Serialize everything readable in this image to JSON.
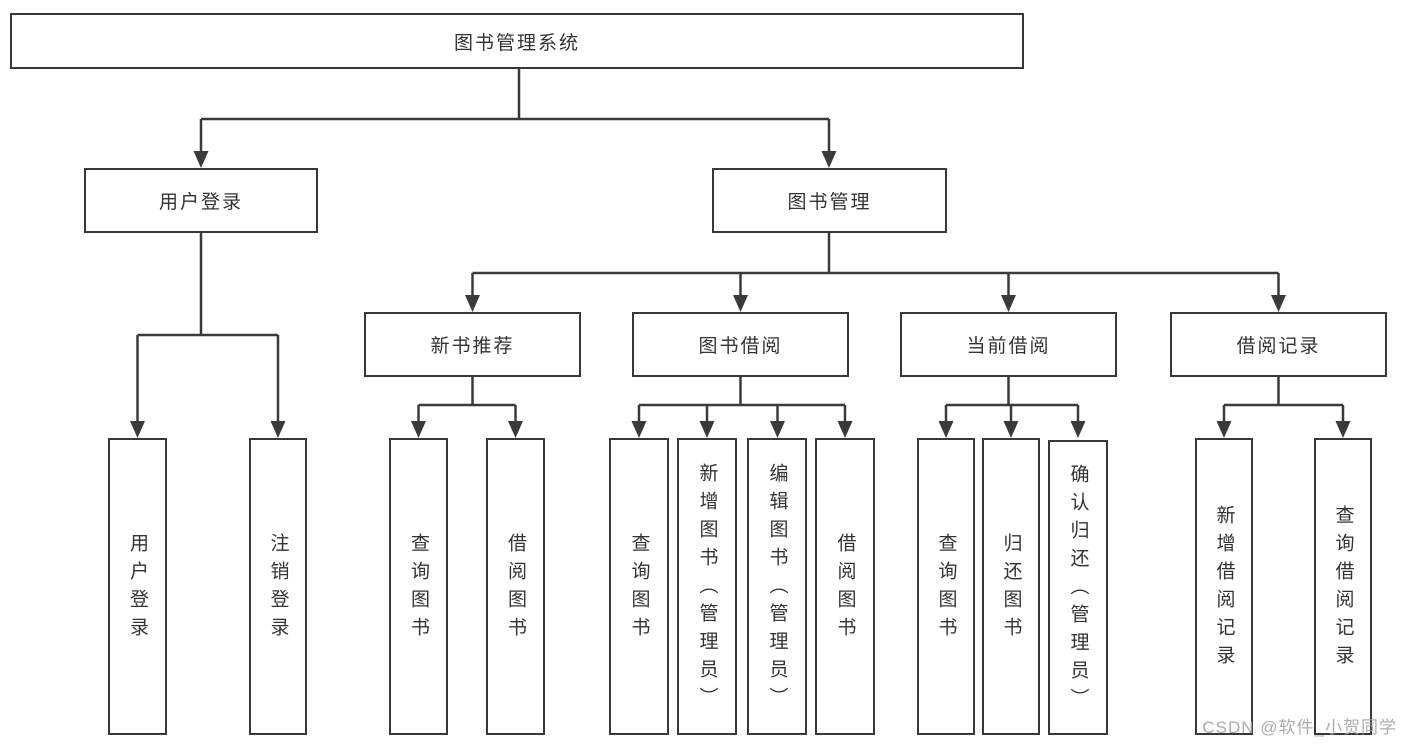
{
  "diagram_title": "图书管理系统",
  "colors": {
    "line": "#3a3a3a",
    "border": "#383838",
    "text": "#333333",
    "background": "#ffffff",
    "watermark": "#a3a3a3"
  },
  "nodes": {
    "root": "图书管理系统",
    "user_login": "用户登录",
    "book_mgmt": "图书管理",
    "new_book_rec": "新书推荐",
    "book_borrow": "图书借阅",
    "current_borrow": "当前借阅",
    "borrow_records": "借阅记录",
    "leaves": {
      "login": [
        "用户登录",
        "注销登录"
      ],
      "new_book": [
        "查询图书",
        "借阅图书"
      ],
      "borrow": [
        "查询图书",
        "新增图书（管理员）",
        "编辑图书（管理员）",
        "借阅图书"
      ],
      "current": [
        "查询图书",
        "归还图书",
        "确认归还（管理员）"
      ],
      "records": [
        "新增借阅记录",
        "查询借阅记录"
      ]
    }
  },
  "watermark": "CSDN @软件_小贺同学"
}
